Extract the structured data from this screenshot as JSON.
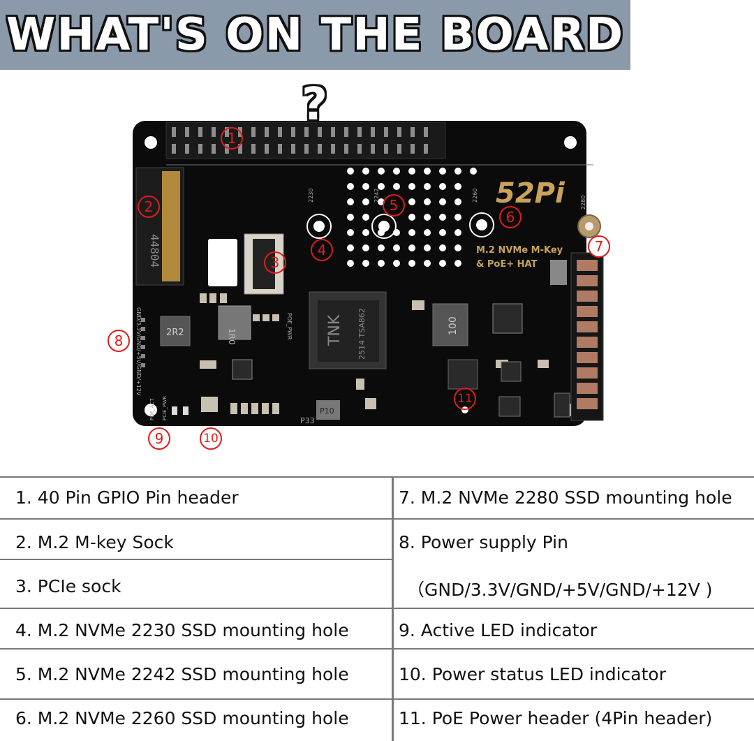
{
  "banner": {
    "title": "WHAT'S ON THE BOARD ?"
  },
  "board": {
    "brand_logo": "52Pi",
    "product_line1": "M.2 NVMe M-Key",
    "product_line2": "& PoE+ HAT",
    "silk_2230": "2230",
    "silk_2242": "2242",
    "silk_2260": "2260",
    "silk_2280": "2280",
    "silk_power_pins": "GND/3.3V/GND/+5V/GND/+12V",
    "silk_poe_pwr": "POE_PWR",
    "silk_poe_act": "POE_ACT",
    "silk_pcie_pwr": "PCIE_PWR",
    "silk_p33": "P33",
    "silk_connector": "44804",
    "chip_text": "TNK",
    "chip_code": "2514 TSA862",
    "inductor_1": "2R2",
    "inductor_2": "1R0",
    "inductor_3": "100",
    "diode": "P10"
  },
  "markers": [
    "1",
    "2",
    "3",
    "4",
    "5",
    "6",
    "7",
    "8",
    "9",
    "10",
    "11"
  ],
  "legend": {
    "left": [
      "1. 40 Pin GPIO Pin header",
      "2. M.2 M-key Sock",
      "3. PCIe sock",
      "4. M.2 NVMe 2230 SSD mounting hole",
      "5. M.2 NVMe 2242 SSD mounting hole",
      "6. M.2 NVMe 2260 SSD mounting hole"
    ],
    "right": [
      "7. M.2 NVMe 2280 SSD mounting hole",
      "8. Power supply Pin",
      "（GND/3.3V/GND/+5V/GND/+12V )",
      "9. Active LED indicator",
      "10. Power status LED indicator",
      "11. PoE Power header (4Pin header)"
    ]
  },
  "colors": {
    "banner": "#8a9aaa",
    "pcb": "#0b0b0b",
    "accent_gold": "#c9a25b",
    "marker_red": "#e01b1b",
    "table_lines": "#7a7a7a"
  }
}
